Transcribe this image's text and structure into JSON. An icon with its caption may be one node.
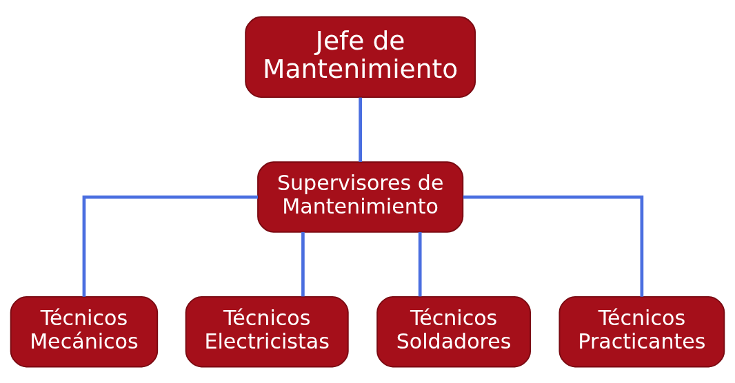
{
  "diagram": {
    "nodes": [
      {
        "text": [
          "Jefe de Mantenimiento"
        ]
      },
      {
        "text": [
          "Supervisores de Mantenimiento"
        ]
      },
      {
        "text": [
          "Técnicos Mecánicos"
        ]
      },
      {
        "text": [
          "Técnicos Electricistas"
        ]
      },
      {
        "text": [
          "Técnicos Soldadores"
        ]
      },
      {
        "text": [
          "Técnicos Practicantes"
        ]
      }
    ],
    "edges": [
      {
        "from": 0,
        "to": 1,
        "arrow": "none"
      },
      {
        "from": 1,
        "to": 2,
        "arrow": "none"
      },
      {
        "from": 1,
        "to": 3,
        "arrow": "none"
      },
      {
        "from": 1,
        "to": 4,
        "arrow": "none"
      },
      {
        "from": 1,
        "to": 5,
        "arrow": "none"
      }
    ]
  }
}
